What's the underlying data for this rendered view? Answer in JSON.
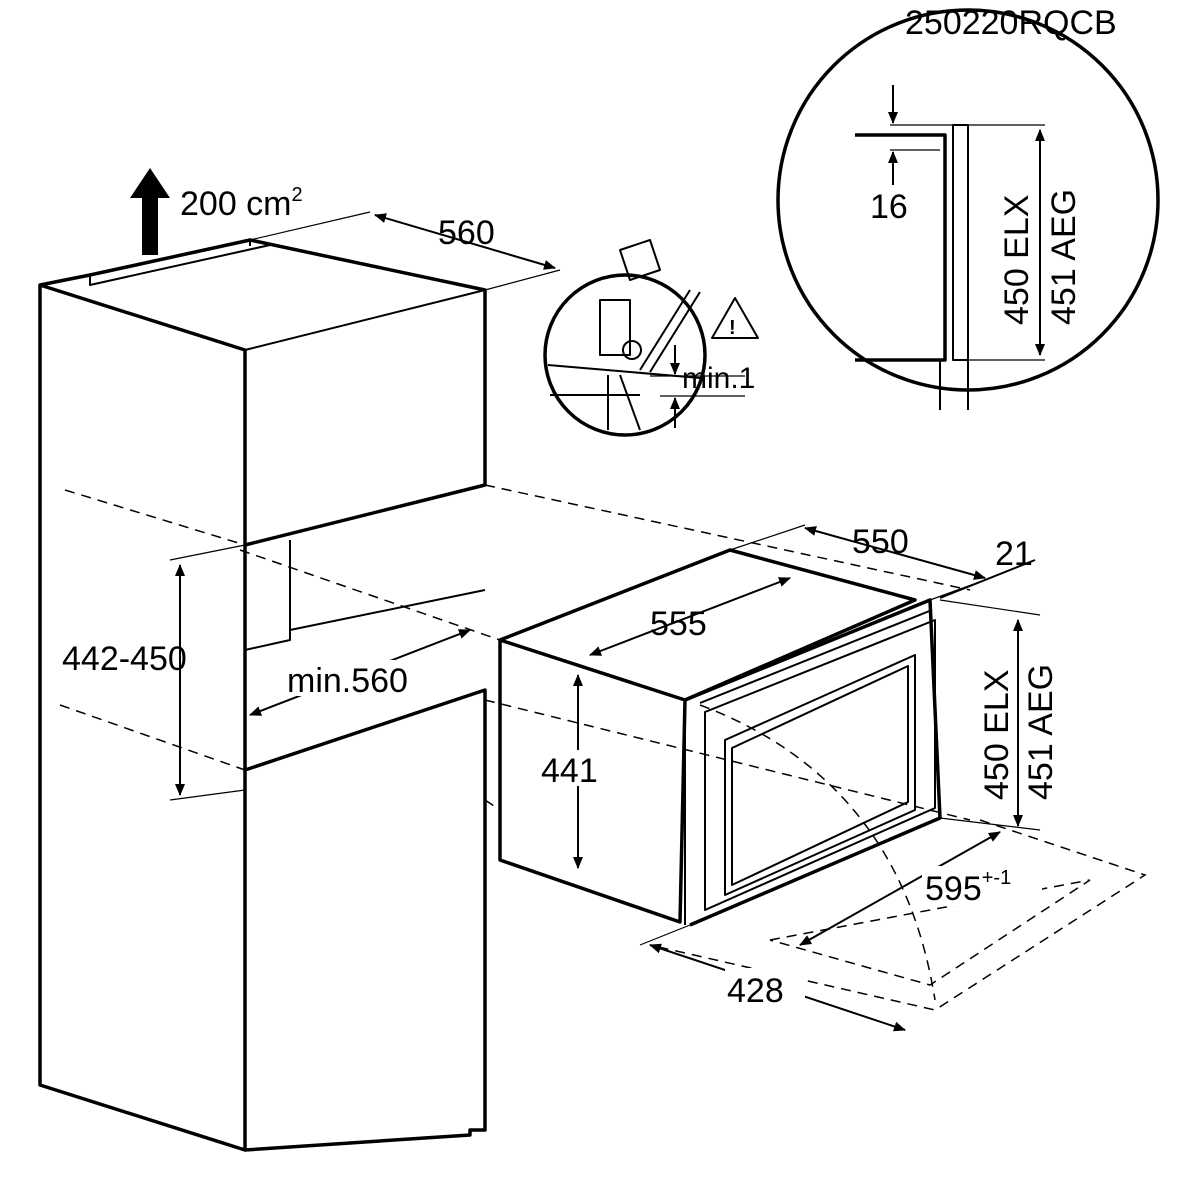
{
  "doc_code": "250220RQCB",
  "ventilation": {
    "value": "200 cm",
    "sup": "2"
  },
  "dims": {
    "top_depth": "560",
    "gap_top": "16",
    "circle_h_elx": "450 ELX",
    "circle_h_aeg": "451 AEG",
    "min_gap": "min.1",
    "oven_depth": "550",
    "front_thickness": "21",
    "oven_body_depth": "555",
    "niche_height": "442-450",
    "niche_depth": "min.560",
    "oven_body_height": "441",
    "front_h_elx": "450 ELX",
    "front_h_aeg": "451 AEG",
    "front_width": "595",
    "front_width_tol": "+-1",
    "body_width": "428"
  }
}
